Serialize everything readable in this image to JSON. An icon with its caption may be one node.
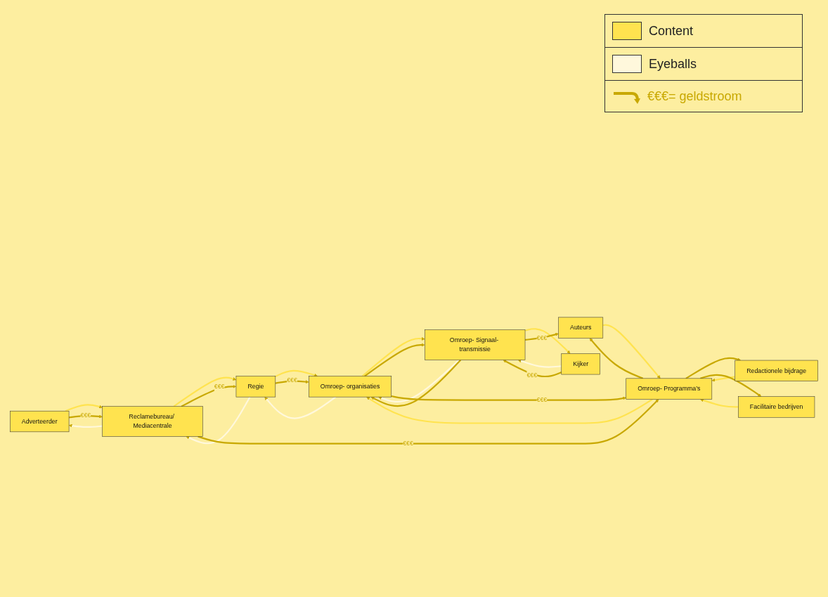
{
  "diagram": {
    "nodes": [
      {
        "text": [
          "Adverteerder"
        ]
      },
      {
        "text": [
          "Reclamebureau/ Mediacentrale"
        ]
      },
      {
        "text": [
          "Regie"
        ]
      },
      {
        "text": [
          "Redactionele bijdrage"
        ]
      },
      {
        "text": [
          "Facilitaire bedrijven"
        ]
      },
      {
        "text": [
          "Omroep- Programma’s"
        ]
      },
      {
        "text": [
          "Omroep- organisaties"
        ]
      },
      {
        "text": [
          "Omroep- Signaal- transmissie"
        ]
      },
      {
        "text": [
          "Kijker"
        ]
      },
      {
        "text": [
          "Auteurs"
        ]
      }
    ],
    "edges": [
      {
        "from": 0,
        "to": 1,
        "arrow": "to",
        "color": "#ffe34f"
      },
      {
        "from": 1,
        "to": 2,
        "arrow": "to",
        "color": "#ffe34f"
      },
      {
        "from": 2,
        "to": 6,
        "arrow": "to",
        "color": "#ffe34f"
      },
      {
        "from": 3,
        "to": 5,
        "arrow": "to",
        "color": "#ffe34f"
      },
      {
        "from": 4,
        "to": 5,
        "arrow": "to",
        "color": "#ffe34f"
      },
      {
        "from": 5,
        "to": 6,
        "arrow": "to",
        "color": "#ffe34f"
      },
      {
        "from": 9,
        "to": 5,
        "arrow": "to",
        "color": "#ffe34f"
      },
      {
        "from": 6,
        "to": 7,
        "arrow": "to",
        "color": "#ffe34f"
      },
      {
        "from": 7,
        "to": 8,
        "arrow": "to",
        "color": "#ffe34f"
      },
      {
        "from": 1,
        "to": 0,
        "arrow": "to",
        "color": "#fff8dc"
      },
      {
        "from": 2,
        "to": 1,
        "arrow": "to",
        "color": "#fff8dc"
      },
      {
        "from": 6,
        "to": 2,
        "arrow": "to",
        "color": "#fff8dc"
      },
      {
        "from": 7,
        "to": 6,
        "arrow": "to",
        "color": "#fff8dc"
      },
      {
        "from": 8,
        "to": 7,
        "arrow": "to",
        "color": "#fff8dc"
      },
      {
        "from": 0,
        "to": 1,
        "arrow": "to",
        "label": "€€€"
      },
      {
        "from": 1,
        "to": 2,
        "arrow": "to",
        "label": "€€€"
      },
      {
        "from": 2,
        "to": 6,
        "arrow": "to",
        "label": "€€€"
      },
      {
        "from": 1,
        "to": 5,
        "arrow": "to",
        "label": "€€€"
      },
      {
        "from": 5,
        "to": 3,
        "arrow": "to"
      },
      {
        "from": 5,
        "to": 4,
        "arrow": "to"
      },
      {
        "from": 6,
        "to": 7,
        "arrow": "to"
      },
      {
        "from": 6,
        "to": 5,
        "arrow": "to",
        "label": "€€€"
      },
      {
        "from": 5,
        "to": 9,
        "arrow": "to"
      },
      {
        "from": 7,
        "to": 6,
        "arrow": "to"
      },
      {
        "from": 7,
        "to": 9,
        "arrow": "to",
        "label": "€€€"
      },
      {
        "from": 8,
        "to": 7,
        "arrow": "to",
        "label": "€€€"
      }
    ],
    "legend": [
      {
        "text": "Content",
        "color": "#ffe34f"
      },
      {
        "text": "Eyeballs",
        "color": "#fff8dc"
      },
      {
        "text": "€€€= geldstroom"
      }
    ]
  }
}
